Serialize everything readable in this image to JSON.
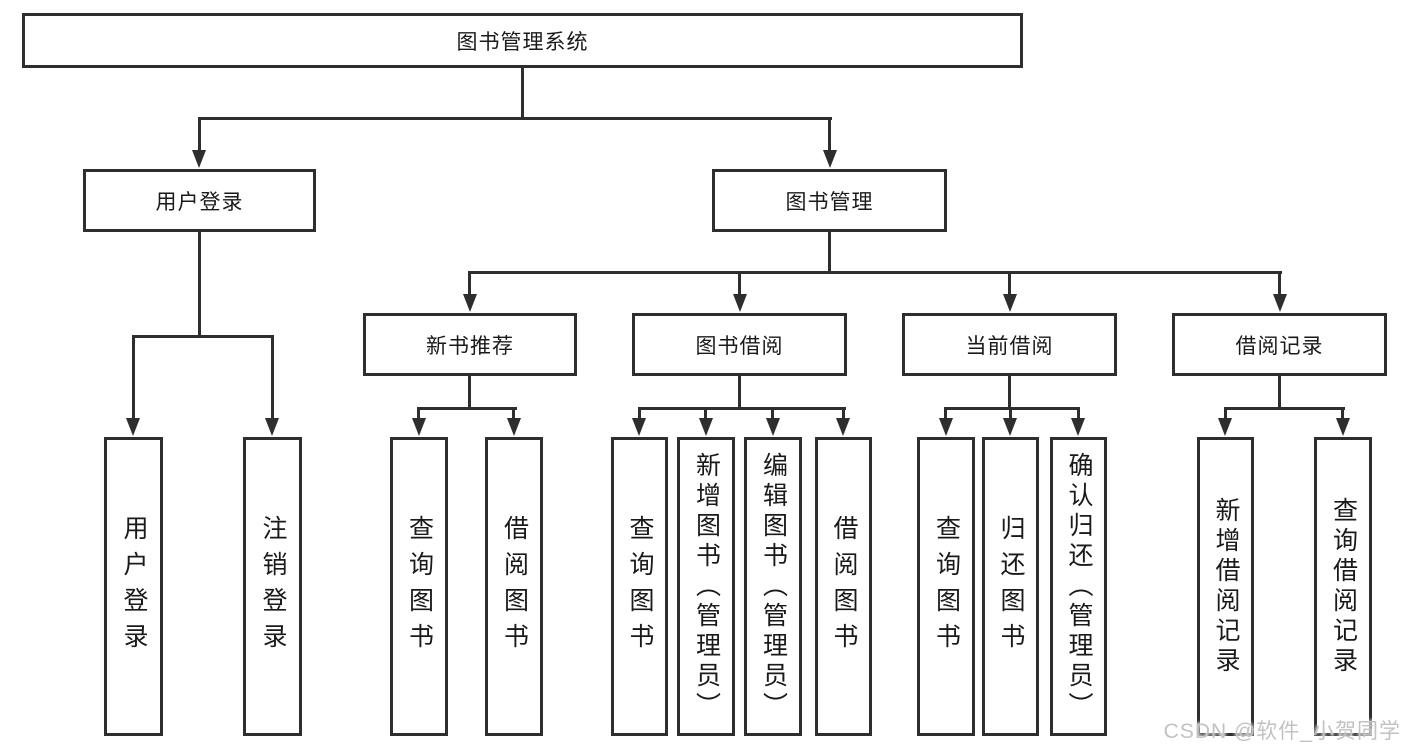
{
  "diagram": {
    "type": "tree",
    "title": "图书管理系统",
    "tree": {
      "label": "图书管理系统",
      "children": [
        {
          "label": "用户登录",
          "children": [
            {
              "label": "用户登录"
            },
            {
              "label": "注销登录"
            }
          ]
        },
        {
          "label": "图书管理",
          "children": [
            {
              "label": "新书推荐",
              "children": [
                {
                  "label": "查询图书"
                },
                {
                  "label": "借阅图书"
                }
              ]
            },
            {
              "label": "图书借阅",
              "children": [
                {
                  "label": "查询图书"
                },
                {
                  "label": "新增图书（管理员）"
                },
                {
                  "label": "编辑图书（管理员）"
                },
                {
                  "label": "借阅图书"
                }
              ]
            },
            {
              "label": "当前借阅",
              "children": [
                {
                  "label": "查询图书"
                },
                {
                  "label": "归还图书"
                },
                {
                  "label": "确认归还（管理员）"
                }
              ]
            },
            {
              "label": "借阅记录",
              "children": [
                {
                  "label": "新增借阅记录"
                },
                {
                  "label": "查询借阅记录"
                }
              ]
            }
          ]
        }
      ]
    },
    "colors": {
      "line": "#2e2e2e",
      "text": "#1a1a1a",
      "background": "#ffffff",
      "watermark": "#c2c2c2"
    }
  },
  "watermark": "CSDN @软件_小贺同学"
}
